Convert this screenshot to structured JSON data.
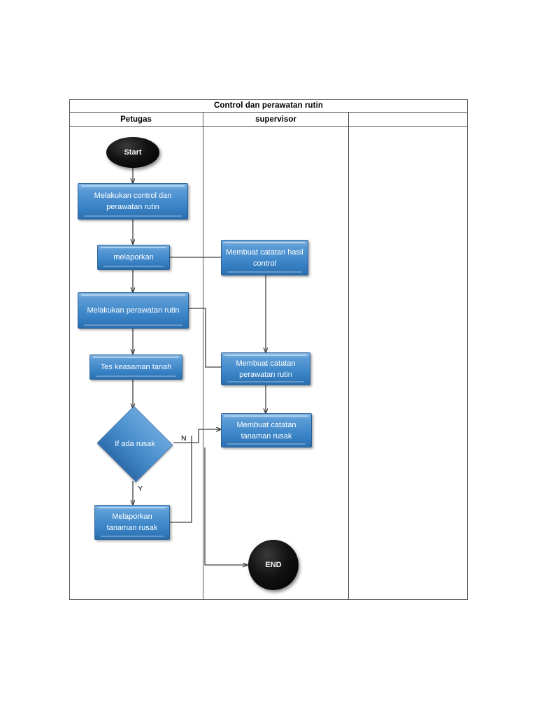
{
  "diagram": {
    "title": "Control dan perawatan rutin",
    "lanes": [
      {
        "id": "lane-petugas",
        "label": "Petugas"
      },
      {
        "id": "lane-supervisor",
        "label": "supervisor"
      },
      {
        "id": "lane-empty",
        "label": ""
      }
    ],
    "nodes": {
      "start": {
        "label": "Start",
        "type": "terminator"
      },
      "control": {
        "label": "Melakukan control dan perawatan rutin",
        "type": "process"
      },
      "melaporkan": {
        "label": "melaporkan",
        "type": "process"
      },
      "perawatan": {
        "label": "Melakukan perawatan rutin",
        "type": "process"
      },
      "tes": {
        "label": "Tes keasaman tanah",
        "type": "process"
      },
      "decision": {
        "label": "If ada rusak",
        "type": "decision"
      },
      "lapor_rusak": {
        "label": "Melaporkan tanaman rusak",
        "type": "process"
      },
      "catatan_control": {
        "label": "Membuat catatan hasil control",
        "type": "process"
      },
      "catatan_perawatan": {
        "label": "Membuat catatan perawatan rutin",
        "type": "process"
      },
      "catatan_rusak": {
        "label": "Membuat catatan tanaman rusak",
        "type": "process"
      },
      "end": {
        "label": "END",
        "type": "terminator"
      }
    },
    "edge_labels": {
      "no": "N",
      "yes": "Y"
    },
    "colors": {
      "process_fill_light": "#5b9bd5",
      "process_fill_dark": "#2a6fb0",
      "process_border": "#2a6096",
      "terminator_fill": "#000000",
      "node_text": "#ffffff",
      "frame_border": "#595959",
      "connector": "#404040",
      "background": "#ffffff"
    }
  }
}
